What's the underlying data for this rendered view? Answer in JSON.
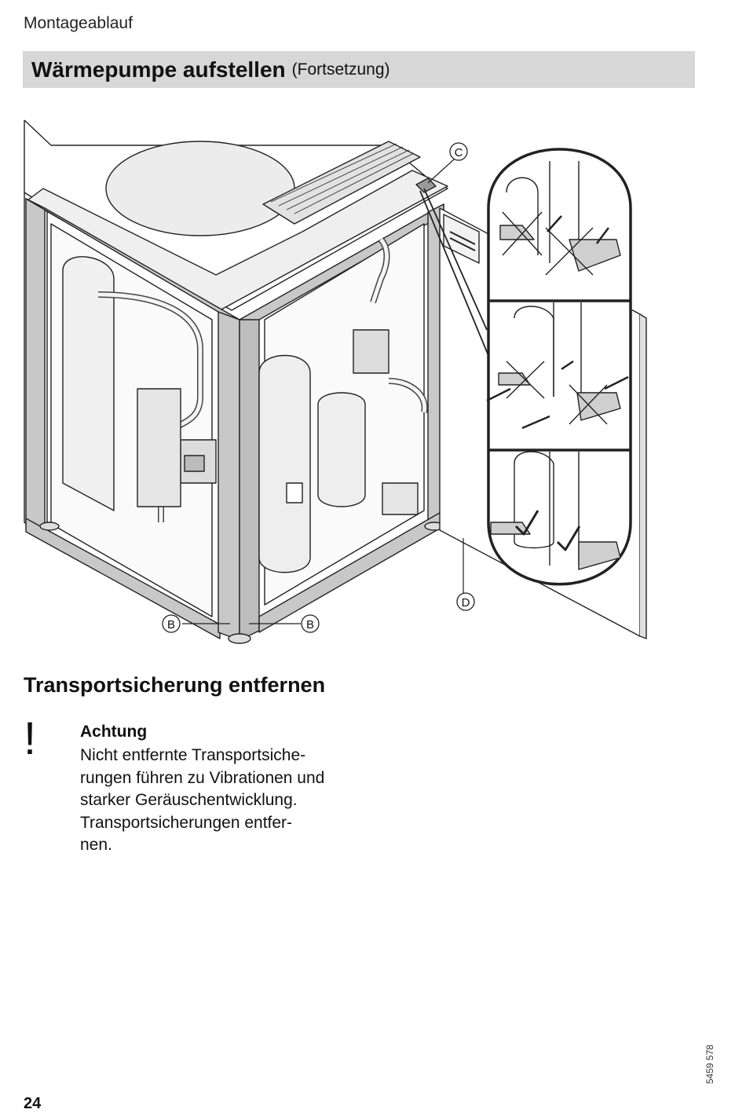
{
  "header": {
    "section_label": "Montageablauf",
    "title": "Wärmepumpe aufstellen",
    "title_suffix": "(Fortsetzung)"
  },
  "figure": {
    "callouts": {
      "b_left": "B",
      "b_right": "B",
      "c": "C",
      "d": "D"
    }
  },
  "transport": {
    "heading": "Transportsicherung entfernen",
    "warning": {
      "symbol": "!",
      "title": "Achtung",
      "lines": [
        "Nicht entfernte Transportsiche-",
        "rungen führen zu Vibrationen und",
        "starker Geräuschentwicklung.",
        "Transportsicherungen entfer-",
        "nen."
      ]
    }
  },
  "footer": {
    "page_number": "24",
    "document_number": "5459 578"
  },
  "colors": {
    "frame_gray": "#c8c8c8",
    "title_bar": "#d7d7d7"
  }
}
